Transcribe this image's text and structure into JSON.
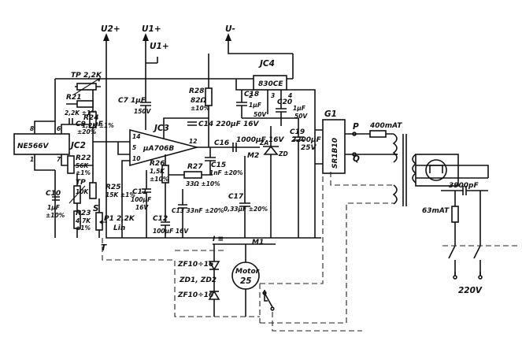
{
  "rails": {
    "u2": "U2+",
    "u1a": "U1+",
    "u1b": "U1+",
    "uminus": "U-"
  },
  "ics": {
    "jc2_type": "NE566V",
    "jc2_ref": "JC2",
    "jc3_type": "µA706B",
    "jc3_ref": "JC3",
    "jc4_type": "830CE",
    "jc4_ref": "JC4",
    "g1_type": "SR1B10",
    "g1_ref": "G1"
  },
  "pins": {
    "p8": "8",
    "p6": "6",
    "p1": "1",
    "p7": "7",
    "p14": "14",
    "p5": "5",
    "p10": "10",
    "p12": "12",
    "p2": "2",
    "p3": "3",
    "p4": "4"
  },
  "components": {
    "tp_top": "TP",
    "r_22k_top": "2,2K",
    "r21": "R21",
    "r21_val": "2,2K ±1%",
    "c9": "C9 1nF",
    "c9_tol": "±20%",
    "r24": "R24",
    "r24_val": "1,2K ±1%",
    "c7": "C7 1µF",
    "c7_v": "150V",
    "r28": "R28",
    "r28_val": "82Ω",
    "r28_tol": "±10%",
    "c18": "C18",
    "c18_val": "1µF",
    "c18_v": "50V",
    "c20": "C20",
    "c20_val": "1µF",
    "c20_v": "50V",
    "c14": "C14 220µF 16V",
    "c16": "C16",
    "c16_val": "1000µF 16V",
    "c19": "C19",
    "c19_val": "2200µF",
    "c19_v": "25V",
    "r22": "R22",
    "r22_val": "56K",
    "r22_tol": "±1%",
    "tp_mid": "TP",
    "tp_mid_val": "10K",
    "c10": "C10",
    "c10_val": "1µF",
    "c10_tol": "±10%",
    "r25": "R25",
    "r25_val": "15K ±1%",
    "r23": "R23",
    "r23_val": "4,7K",
    "r23_tol": "±1%",
    "p1": "P1 2,2K",
    "p1_lin": "Lin",
    "node_s": "S",
    "node_t": "T",
    "r26": "R26",
    "r26_val": "1,5K",
    "r26_tol": "±10%",
    "r27": "R27",
    "r27_val": "33Ω ±10%",
    "c15": "C15",
    "c15_val": "1nF ±20%",
    "c11": "C11",
    "c11_val": "100µF",
    "c11_v": "16V",
    "c12": "C12",
    "c12_val": "100µF 16V",
    "c13": "C13 33nF ±20%",
    "c17": "C17",
    "c17_val": "0,33µF ±20%",
    "za": "ZA",
    "zb": "ZD",
    "m2": "M2",
    "m1": "M1",
    "i_sym": "I ≡",
    "zf_top": "ZF10÷16",
    "zd_pair": "ZD1, ZD2",
    "zf_bot": "ZF10÷16",
    "motor_label": "Motor",
    "motor_val": "25",
    "node_p": "P",
    "node_q": "Q",
    "fuse_400": "400mAT",
    "c_3900": "3900pF",
    "fuse_63": "63mAT",
    "mains": "220V"
  }
}
